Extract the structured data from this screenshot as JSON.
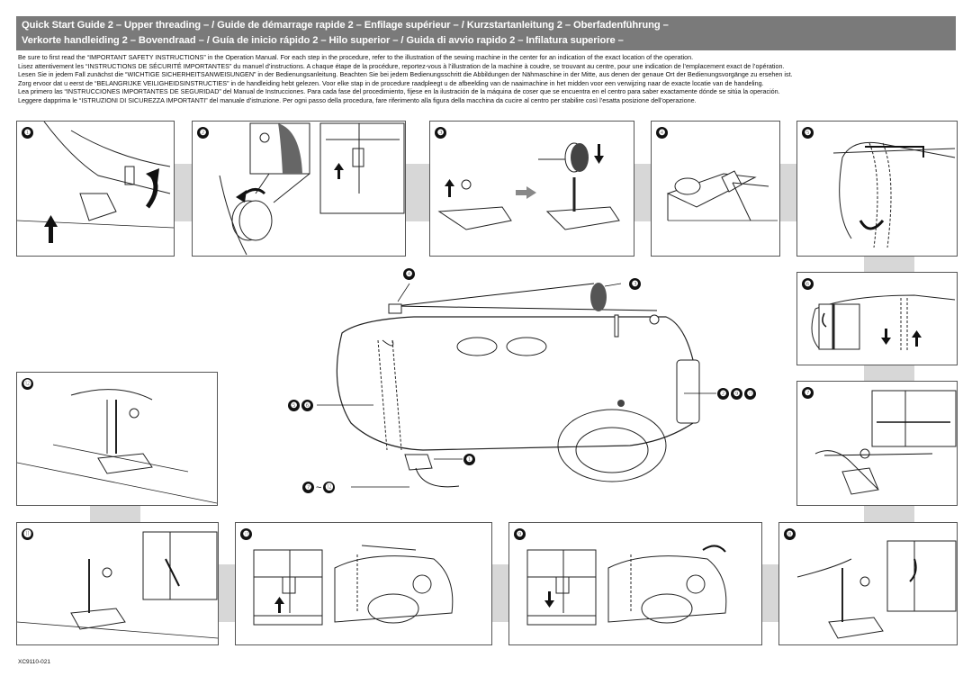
{
  "header": {
    "line1": "Quick Start Guide 2  – Upper threading – / Guide de démarrage rapide 2  – Enfilage supérieur – / Kurzstartanleitung 2  – Oberfadenführung –",
    "line2": "Verkorte handleiding 2  – Bovendraad – / Guía de inicio rápido 2 – Hilo superior – / Guida di avvio rapido 2  – Infilatura superiore –"
  },
  "intro": [
    "Be sure to first read the “IMPORTANT SAFETY INSTRUCTIONS” in the Operation Manual. For each step in the procedure, refer to the illustration of the sewing machine in the center for an indication of the exact location of the operation.",
    "Lisez attentivement les “INSTRUCTIONS DE SÉCURITÉ IMPORTANTES” du manuel d’instructions. A chaque étape de la procédure, reportez-vous à l’illustration de la machine à coudre, se trouvant au centre, pour une indication de l’emplacement exact de l’opération.",
    "Lesen Sie in jedem Fall zunächst die “WICHTIGE SICHERHEITSANWEISUNGEN” in der Bedienungsanleitung. Beachten Sie bei jedem Bedienungsschritt die Abbildungen der Nähmaschine in der Mitte, aus denen der genaue Ort der Bedienungsvorgänge zu ersehen ist.",
    "Zorg ervoor dat u eerst de “BELANGRIJKE VEILIGHEIDSINSTRUCTIES” in de handleiding hebt gelezen. Voor elke stap in de procedure raadpleegt u de afbeelding van de naaimachine in het midden voor een verwijzing naar de exacte locatie van de handeling.",
    "Lea primero las “INSTRUCCIONES IMPORTANTES DE SEGURIDAD” del Manual de Instrucciones. Para cada fase del procedimiento, fíjese en la ilustración de la máquina de coser que se encuentra en el centro para saber exactamente dónde se sitúa la operación.",
    "Leggere dapprima le “ISTRUZIONI DI SICUREZZA IMPORTANTI” del manuale d’istruzione. Per ogni passo della procedura, fare riferimento alla figura della macchina da cucire al centro per stabilire così l’esatta posizione dell’operazione."
  ],
  "steps": {
    "s1": "❶",
    "s2": "❷",
    "s3": "❸",
    "s4": "❹",
    "s5": "❺",
    "s6": "❻",
    "s7": "❼",
    "s8": "❽",
    "s9": "❾",
    "s10": "❿",
    "s11": "⓫",
    "s12": "⓬"
  },
  "center_callouts": {
    "c4": "❹",
    "c3": "❸",
    "c56_a": "❺",
    "c56_b": "❻",
    "c2910_a": "❷",
    "c2910_b": "❾",
    "c2910_c": "❿",
    "c1": "❶",
    "c7": "❼",
    "c7_sep": "~",
    "c12": "⓬"
  },
  "doc_code": "XC9110-021"
}
